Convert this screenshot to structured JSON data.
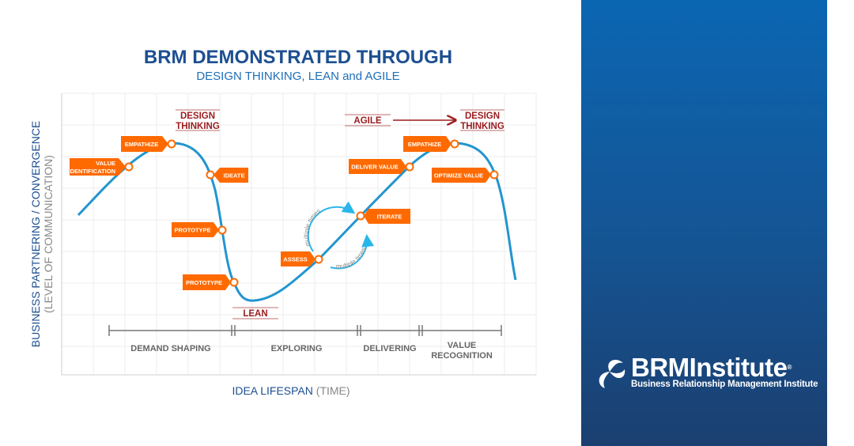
{
  "title": "BRM DEMONSTRATED THROUGH",
  "subtitle": "DESIGN THINKING, LEAN and AGILE",
  "y_axis": {
    "line1": "BUSINESS PARTNERING / CONVERGENCE",
    "line2": "(LEVEL OF COMMUNICATION)"
  },
  "x_axis": {
    "label": "IDEA LIFESPAN",
    "unit": "(TIME)"
  },
  "methods": {
    "design_thinking_1a": "DESIGN",
    "design_thinking_1b": "THINKING",
    "lean": "LEAN",
    "agile": "AGILE",
    "design_thinking_2a": "DESIGN",
    "design_thinking_2b": "THINKING"
  },
  "steps": {
    "value_identification_a": "VALUE",
    "value_identification_b": "IDENTIFICATION",
    "empathize_1": "EMPATHIZE",
    "ideate": "IDEATE",
    "prototype_1": "PROTOTYPE",
    "prototype_2": "PROTOTYPE",
    "assess": "ASSESS",
    "iterate": "ITERATE",
    "deliver_value": "DELIVER VALUE",
    "empathize_2": "EMPATHIZE",
    "optimize_value": "OPTIMIZE VALUE"
  },
  "loop": {
    "top": "multiple times",
    "bottom": "multiple times"
  },
  "phases": {
    "demand_shaping": "DEMAND SHAPING",
    "exploring": "EXPLORING",
    "delivering": "DELIVERING",
    "value_recognition_a": "VALUE",
    "value_recognition_b": "RECOGNITION"
  },
  "logo": {
    "name": "BRMInstitute",
    "registered": "®",
    "tagline": "Business Relationship Management Institute"
  },
  "colors": {
    "curve": "#2295cf",
    "tag": "#ff6a00",
    "method": "#9b1c1f",
    "title": "#1d4f91",
    "subtitle": "#1e6fb8",
    "loop": "#29b6ea",
    "panel_top": "#0b66b2",
    "panel_bottom": "#1b3f70"
  }
}
